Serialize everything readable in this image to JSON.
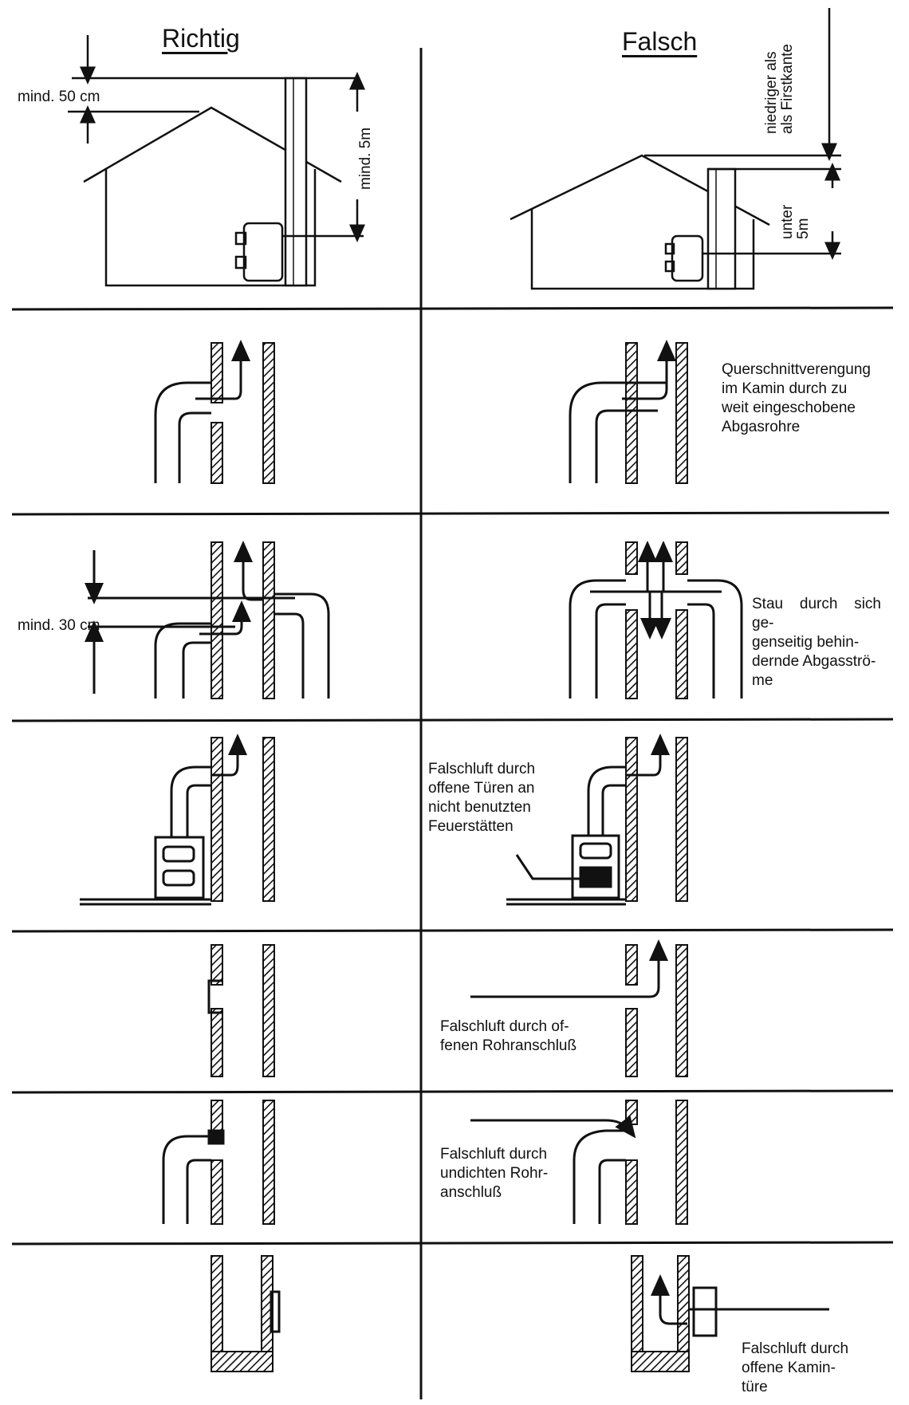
{
  "headers": {
    "correct": "Richtig",
    "wrong": "Falsch"
  },
  "row1": {
    "correct": {
      "ridge_clearance": "mind. 50 cm",
      "chimney_height": "mind. 5m"
    },
    "wrong": {
      "below_ridge": "niedriger als\nals Firstkante",
      "height": "unter\n5m"
    }
  },
  "row2": {
    "wrong_note": "Querschnittverengung\nim Kamin durch zu\nweit eingeschobene\nAbgasrohre"
  },
  "row3": {
    "correct_offset": "mind. 30 cm",
    "wrong_note": "Stau durch sich ge-\ngenseitig behin-\ndernde Abgasströ-\nme"
  },
  "row4": {
    "wrong_note": "Falschluft durch\noffene Türen an\nnicht benutzten\nFeuerstätten"
  },
  "row5": {
    "wrong_note": "Falschluft durch of-\nfenen Rohranschluß"
  },
  "row6": {
    "wrong_note": "Falschluft durch\nundichten Rohr-\nanschluß"
  },
  "row7": {
    "wrong_note": "Falschluft durch\noffene Kamin-\ntüre"
  }
}
